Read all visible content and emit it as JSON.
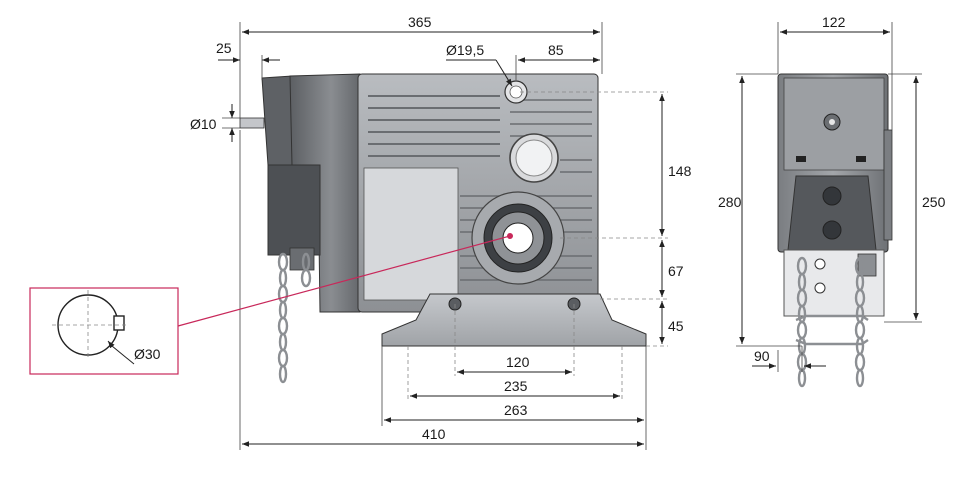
{
  "dimensions": {
    "overall_top": "365",
    "shaft_offset": "25",
    "hole_diameter": "Ø19,5",
    "hole_offset": "85",
    "shaft_diameter": "Ø10",
    "height_upper": "148",
    "height_middle": "67",
    "height_lower": "45",
    "base_holes": "120",
    "base_inner": "235",
    "base_outer": "263",
    "overall_bottom": "410",
    "bore_diameter": "Ø30",
    "side_width": "122",
    "side_height_total": "280",
    "side_height_body": "250",
    "side_bottom": "90"
  },
  "colors": {
    "body_dark": "#6f7276",
    "body_light": "#c9ccd0",
    "callout": "#c8285a",
    "chain": "#9a9da2"
  }
}
